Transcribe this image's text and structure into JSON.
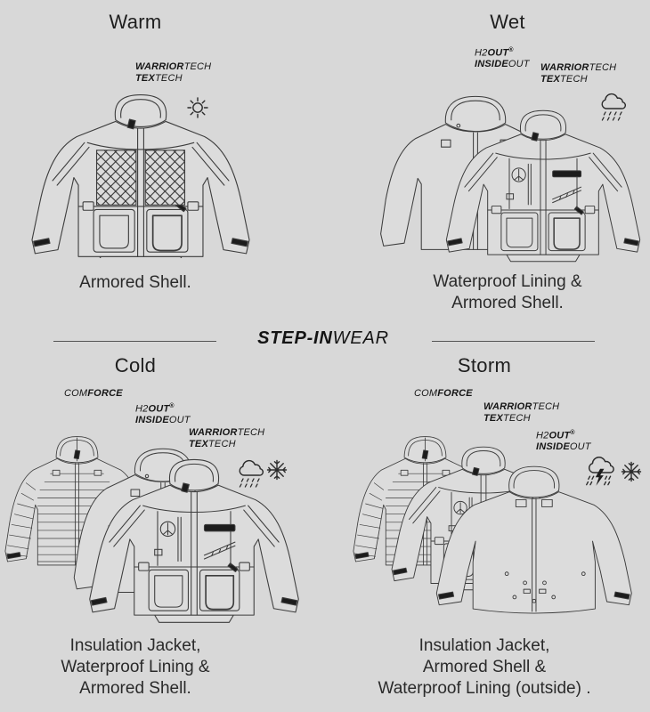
{
  "colors": {
    "background": "#d8d8d8",
    "line_art": "#3d3d3d",
    "text": "#1e1e1e"
  },
  "divider": {
    "label_bold": "STEP-IN",
    "label_light": "WEAR"
  },
  "labels": {
    "warriortech": {
      "b1": "WARRIOR",
      "l1": "TECH",
      "b2": "TEX",
      "l2": "TECH"
    },
    "h2out": {
      "l1": "H2",
      "b1": "OUT",
      "sup": "®",
      "b2": "INSIDE",
      "l2": "OUT"
    },
    "comforce": {
      "l1": "COM",
      "b1": "FORCE"
    }
  },
  "sections": {
    "warm": {
      "title": "Warm",
      "caption": [
        "Armored Shell."
      ],
      "weather_icons": [
        "sun-icon"
      ],
      "tech_labels": [
        "warriortech-textech"
      ],
      "illustrations": [
        "armored-shell-jacket"
      ]
    },
    "wet": {
      "title": "Wet",
      "caption": [
        "Waterproof Lining &",
        "Armored Shell."
      ],
      "weather_icons": [
        "rain-cloud-icon"
      ],
      "tech_labels": [
        "h2out-insideout",
        "warriortech-textech"
      ],
      "illustrations": [
        "waterproof-lining-jacket",
        "armored-shell-jacket"
      ]
    },
    "cold": {
      "title": "Cold",
      "caption": [
        "Insulation Jacket,",
        "Waterproof Lining &",
        "Armored Shell."
      ],
      "weather_icons": [
        "snow-cloud-icon",
        "snowflake-icon"
      ],
      "tech_labels": [
        "comforce",
        "h2out-insideout",
        "warriortech-textech"
      ],
      "illustrations": [
        "insulation-jacket",
        "waterproof-lining-jacket",
        "armored-shell-jacket"
      ]
    },
    "storm": {
      "title": "Storm",
      "caption": [
        "Insulation Jacket,",
        "Armored Shell &",
        "Waterproof Lining (outside) ."
      ],
      "weather_icons": [
        "storm-cloud-icon",
        "snowflake-icon"
      ],
      "tech_labels": [
        "comforce",
        "warriortech-textech",
        "h2out-insideout"
      ],
      "illustrations": [
        "insulation-jacket",
        "armored-shell-jacket",
        "waterproof-outer-jacket"
      ]
    }
  }
}
